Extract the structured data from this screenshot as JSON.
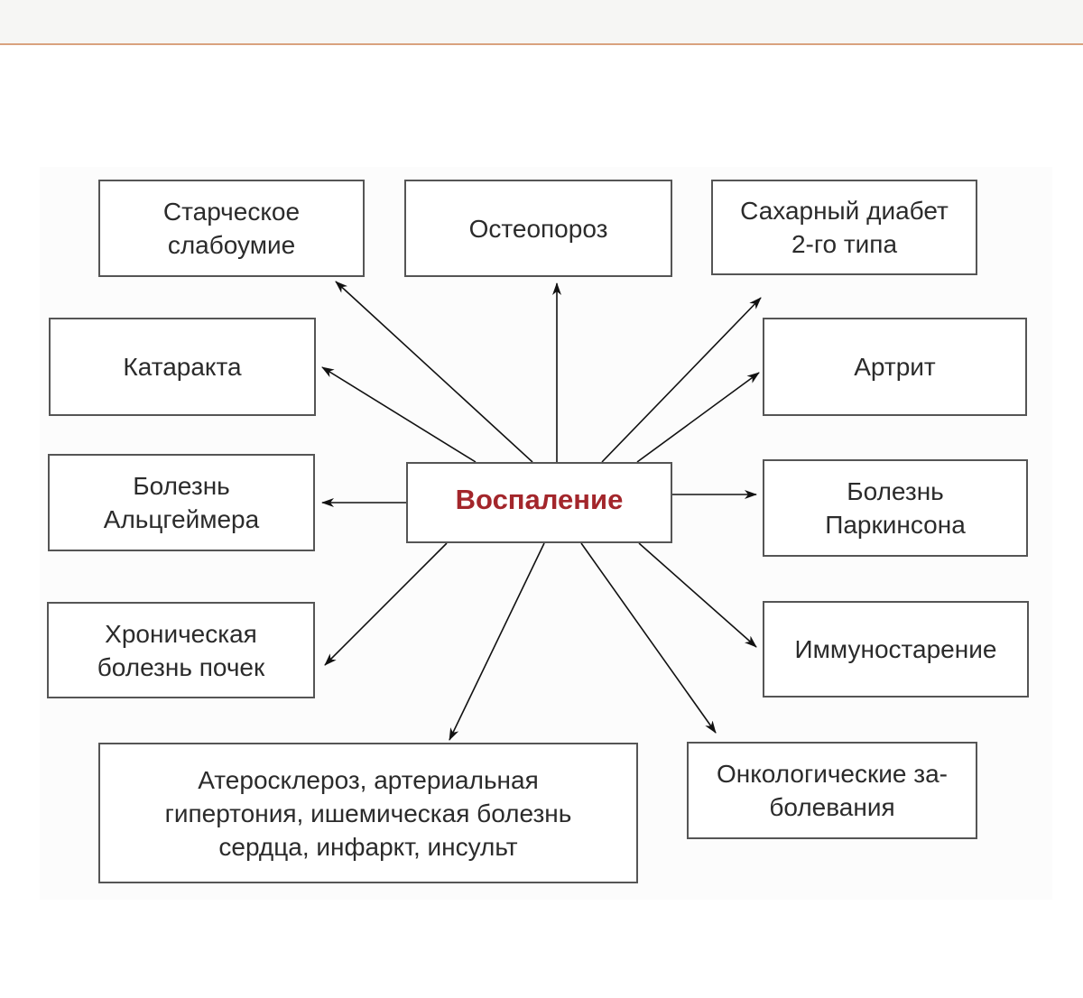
{
  "diagram": {
    "center": {
      "label": "Воспаление",
      "color": "#a3262b"
    },
    "nodes": {
      "dementia": {
        "line1": "Старческое",
        "line2": "слабоумие"
      },
      "osteoporosis": {
        "line1": "Остеопороз"
      },
      "diabetes": {
        "line1": "Сахарный диабет",
        "line2": "2-го типа"
      },
      "cataract": {
        "line1": "Катаракта"
      },
      "arthritis": {
        "line1": "Артрит"
      },
      "alzheimer": {
        "line1": "Болезнь",
        "line2": "Альцгеймера"
      },
      "parkinson": {
        "line1": "Болезнь",
        "line2": "Паркинсона"
      },
      "ckd": {
        "line1": "Хроническая",
        "line2": "болезнь почек"
      },
      "immunosenescence": {
        "line1": "Иммуностарение"
      },
      "cardiovascular": {
        "line1": "Атеросклероз, артериальная",
        "line2": "гипертония, ишемическая болезнь",
        "line3": "сердца, инфаркт, инсульт"
      },
      "oncology": {
        "line1": "Онкологические за-",
        "line2": "болевания"
      }
    }
  }
}
